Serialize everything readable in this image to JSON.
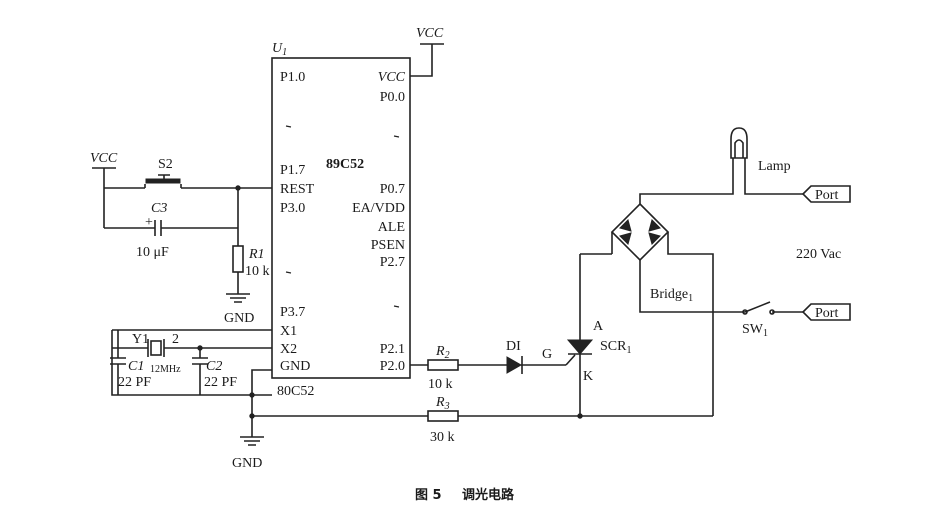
{
  "mcu": {
    "ref": "U",
    "ref_sub": "1",
    "name": "89C52",
    "part": "80C52",
    "left_pins": [
      "P1.0",
      "P1.7",
      "REST",
      "P3.0",
      "P3.7",
      "X1",
      "X2",
      "GND"
    ],
    "right_pins": [
      "VCC",
      "P0.0",
      "P0.7",
      "EA/VDD",
      "ALE",
      "PSEN",
      "P2.7",
      "P2.1",
      "P2.0"
    ]
  },
  "power": {
    "vcc_top": "VCC",
    "vcc_left": "VCC",
    "gnd1": "GND",
    "gnd2": "GND"
  },
  "switch_s2": "S2",
  "c3": {
    "name": "C3",
    "value": "10 μF"
  },
  "r1": {
    "name": "R1",
    "value": "10 k"
  },
  "crystal": {
    "name": "Y1",
    "pin": "2",
    "freq": "12MHz"
  },
  "c1": {
    "name": "C1",
    "value": "22 PF"
  },
  "c2": {
    "name": "C2",
    "value": "22 PF"
  },
  "r2": {
    "name": "R",
    "sub": "2",
    "value": "10 k"
  },
  "r3": {
    "name": "R",
    "sub": "3",
    "value": "30 k"
  },
  "diode": "DI",
  "scr": {
    "name": "SCR",
    "sub": "1",
    "gate": "G",
    "anode": "A",
    "cathode": "K"
  },
  "lamp": "Lamp",
  "port1": "Port",
  "port2": "Port",
  "supply": "220 Vac",
  "bridge": {
    "name": "Bridge",
    "sub": "1"
  },
  "sw1": {
    "name": "SW",
    "sub": "1"
  },
  "caption": {
    "fig": "图 5",
    "title": "调光电路"
  }
}
